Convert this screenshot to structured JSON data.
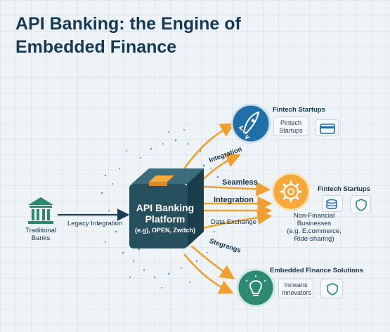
{
  "title": {
    "line1": "API Banking: the Engine of",
    "line2": "Embedded Finance"
  },
  "left": {
    "label_line1": "Traditional",
    "label_line2": "Banks",
    "arrow_label": "Legacy Integration"
  },
  "platform": {
    "line1": "API Banking",
    "line2": "Platform",
    "line3": "(e.g), OPEN, Zwitch)"
  },
  "arrows": {
    "integration_diag": "Integration",
    "seamless": "Seamless",
    "integration": "Integration",
    "data_exchange": "Data Exchange",
    "stegrangs": "Stegrangs"
  },
  "nodes": {
    "top": {
      "heading": "Fintech Startups",
      "card_line1": "Pintech",
      "card_line2": "Startups",
      "icon": "rocket-icon",
      "side_icon": "credit-card-icon"
    },
    "middle": {
      "heading": "Fintech Startups",
      "sub_line1": "Non-Financial",
      "sub_line2": "Businesses",
      "sub_line3": "(e.g, E.commerce,",
      "sub_line4": "Ride-sharing)",
      "icon": "gear-icon",
      "side_icons": [
        "coin-stack-icon",
        "shield-icon"
      ]
    },
    "bottom": {
      "heading": "Embedded Finance Solutions",
      "card_line1": "Incwans",
      "card_line2": "Innovators",
      "icon": "lightbulb-icon",
      "side_icon": "shield-icon"
    }
  },
  "colors": {
    "navy": "#163a55",
    "teal": "#2c5f6e",
    "orange": "#f5a93a",
    "blue": "#1f6fa8",
    "green": "#2d8a72",
    "bank_green": "#2b8a6e"
  }
}
